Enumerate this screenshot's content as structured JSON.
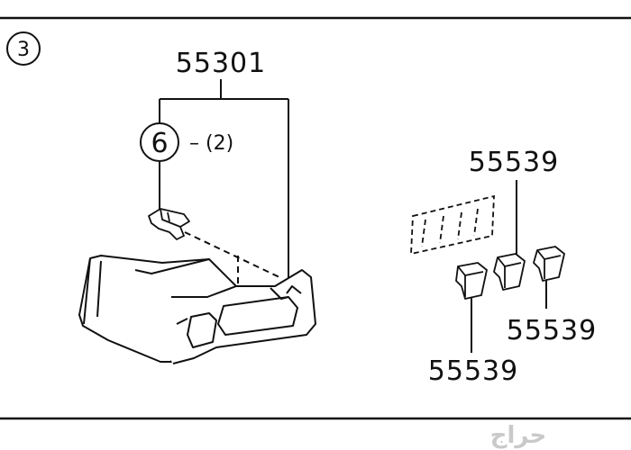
{
  "diagram": {
    "section_number": "3",
    "main_part_number": "55301",
    "sub_reference_number": "6",
    "sub_reference_qty": "– (2)",
    "clip_part_number_top": "55539",
    "clip_part_number_right": "55539",
    "clip_part_number_bottom": "55539"
  },
  "watermark": {
    "text": "حراج"
  }
}
